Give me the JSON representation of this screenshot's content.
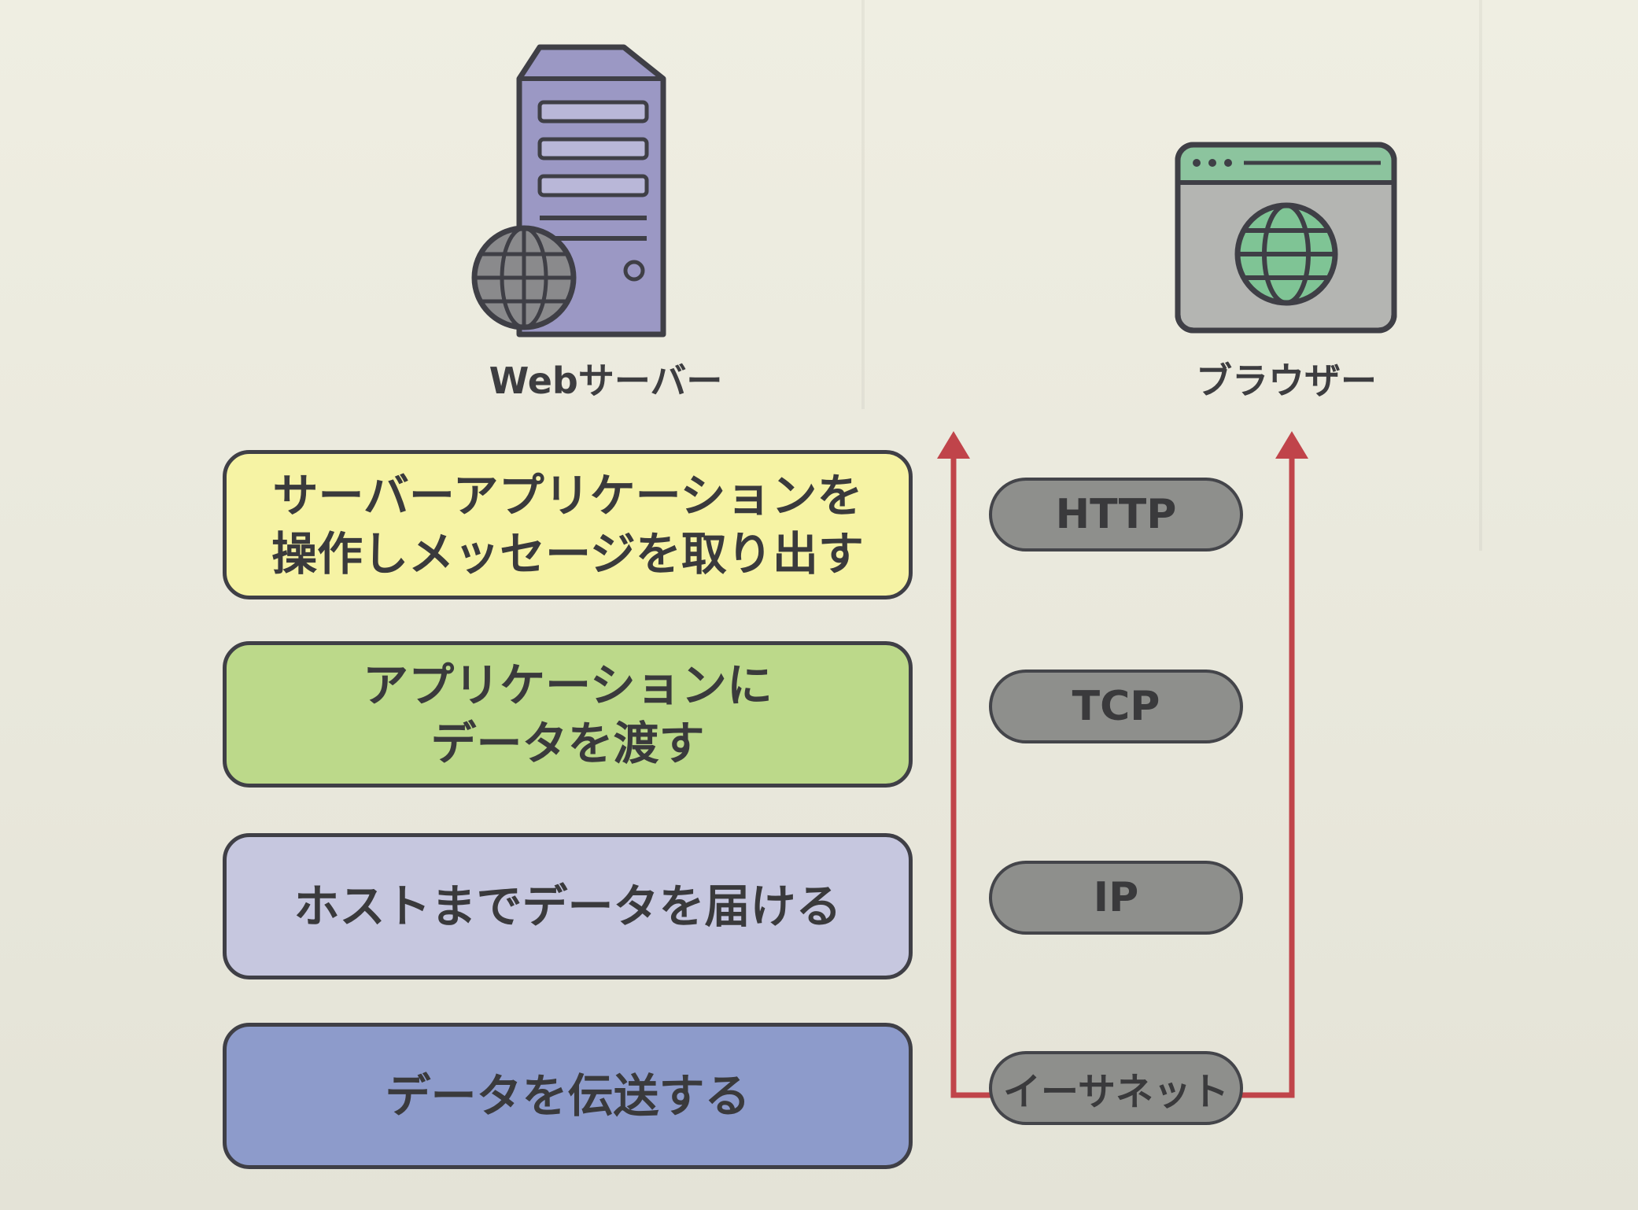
{
  "icons": {
    "server": {
      "name": "server-icon",
      "label": "Webサーバー"
    },
    "browser": {
      "name": "browser-window-icon",
      "label": "ブラウザー"
    }
  },
  "layers": [
    {
      "lines": [
        "サーバーアプリケーションを",
        "操作しメッセージを取り出す"
      ],
      "color": "#f6f3a4"
    },
    {
      "lines": [
        "アプリケーションに",
        "データを渡す"
      ],
      "color": "#bcd98a"
    },
    {
      "lines": [
        "ホストまでデータを届ける"
      ],
      "color": "#c6c7df"
    },
    {
      "lines": [
        "データを伝送する"
      ],
      "color": "#8d9bcb"
    }
  ],
  "protocols": [
    "HTTP",
    "TCP",
    "IP",
    "イーサネット"
  ],
  "colors": {
    "arrow": "#c0444a",
    "pill": "#8e8f8c",
    "server_body": "#9b98c4",
    "browser_header": "#8cc49e",
    "browser_body": "#b4b5b2",
    "globe_browser": "#7fc495",
    "globe_server": "#8a8a8c",
    "outline": "#3f3f46"
  }
}
